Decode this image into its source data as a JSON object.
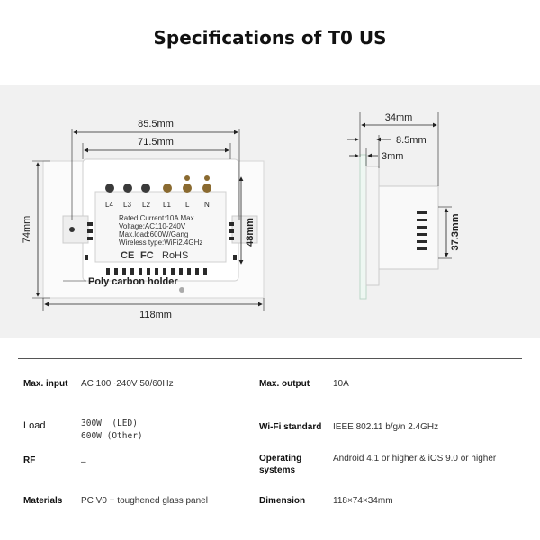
{
  "title": "Specifications of T0 US",
  "diagram": {
    "front": {
      "width_outer": "85.5mm",
      "width_inner": "71.5mm",
      "height_total": "74mm",
      "height_inner": "48mm",
      "width_total": "118mm",
      "terminals": [
        "L4",
        "L3",
        "L2",
        "L1",
        "L",
        "N"
      ],
      "label_lines": [
        "Rated Current:10A Max",
        "Voltage:AC110-240V",
        "Max.load:600W/Gang",
        "Wireless type:WiFi2.4GHz"
      ],
      "cert_marks": [
        "CE",
        "FC",
        "RoHS"
      ],
      "callout": "Poly carbon holder"
    },
    "side": {
      "depth_total": "34mm",
      "depth_mid": "8.5mm",
      "depth_front": "3mm",
      "height_body": "37.3mm"
    }
  },
  "specs": {
    "max_input": {
      "label": "Max. input",
      "value": "AC 100~240V 50/60Hz"
    },
    "max_output": {
      "label": "Max. output",
      "value": "10A"
    },
    "load": {
      "label": "Load",
      "value_line1": "300W  (LED)",
      "value_line2": "600W (Other)"
    },
    "wifi": {
      "label": "Wi-Fi standard",
      "value": "IEEE 802.11 b/g/n 2.4GHz"
    },
    "rf": {
      "label": "RF",
      "value": "–"
    },
    "os": {
      "label_line1": "Operating",
      "label_line2": "systems",
      "value": "Android 4.1 or higher & iOS 9.0 or higher"
    },
    "materials": {
      "label": "Materials",
      "value": "PC V0 + toughened glass panel"
    },
    "dimension": {
      "label": "Dimension",
      "value": "118×74×34mm"
    }
  }
}
